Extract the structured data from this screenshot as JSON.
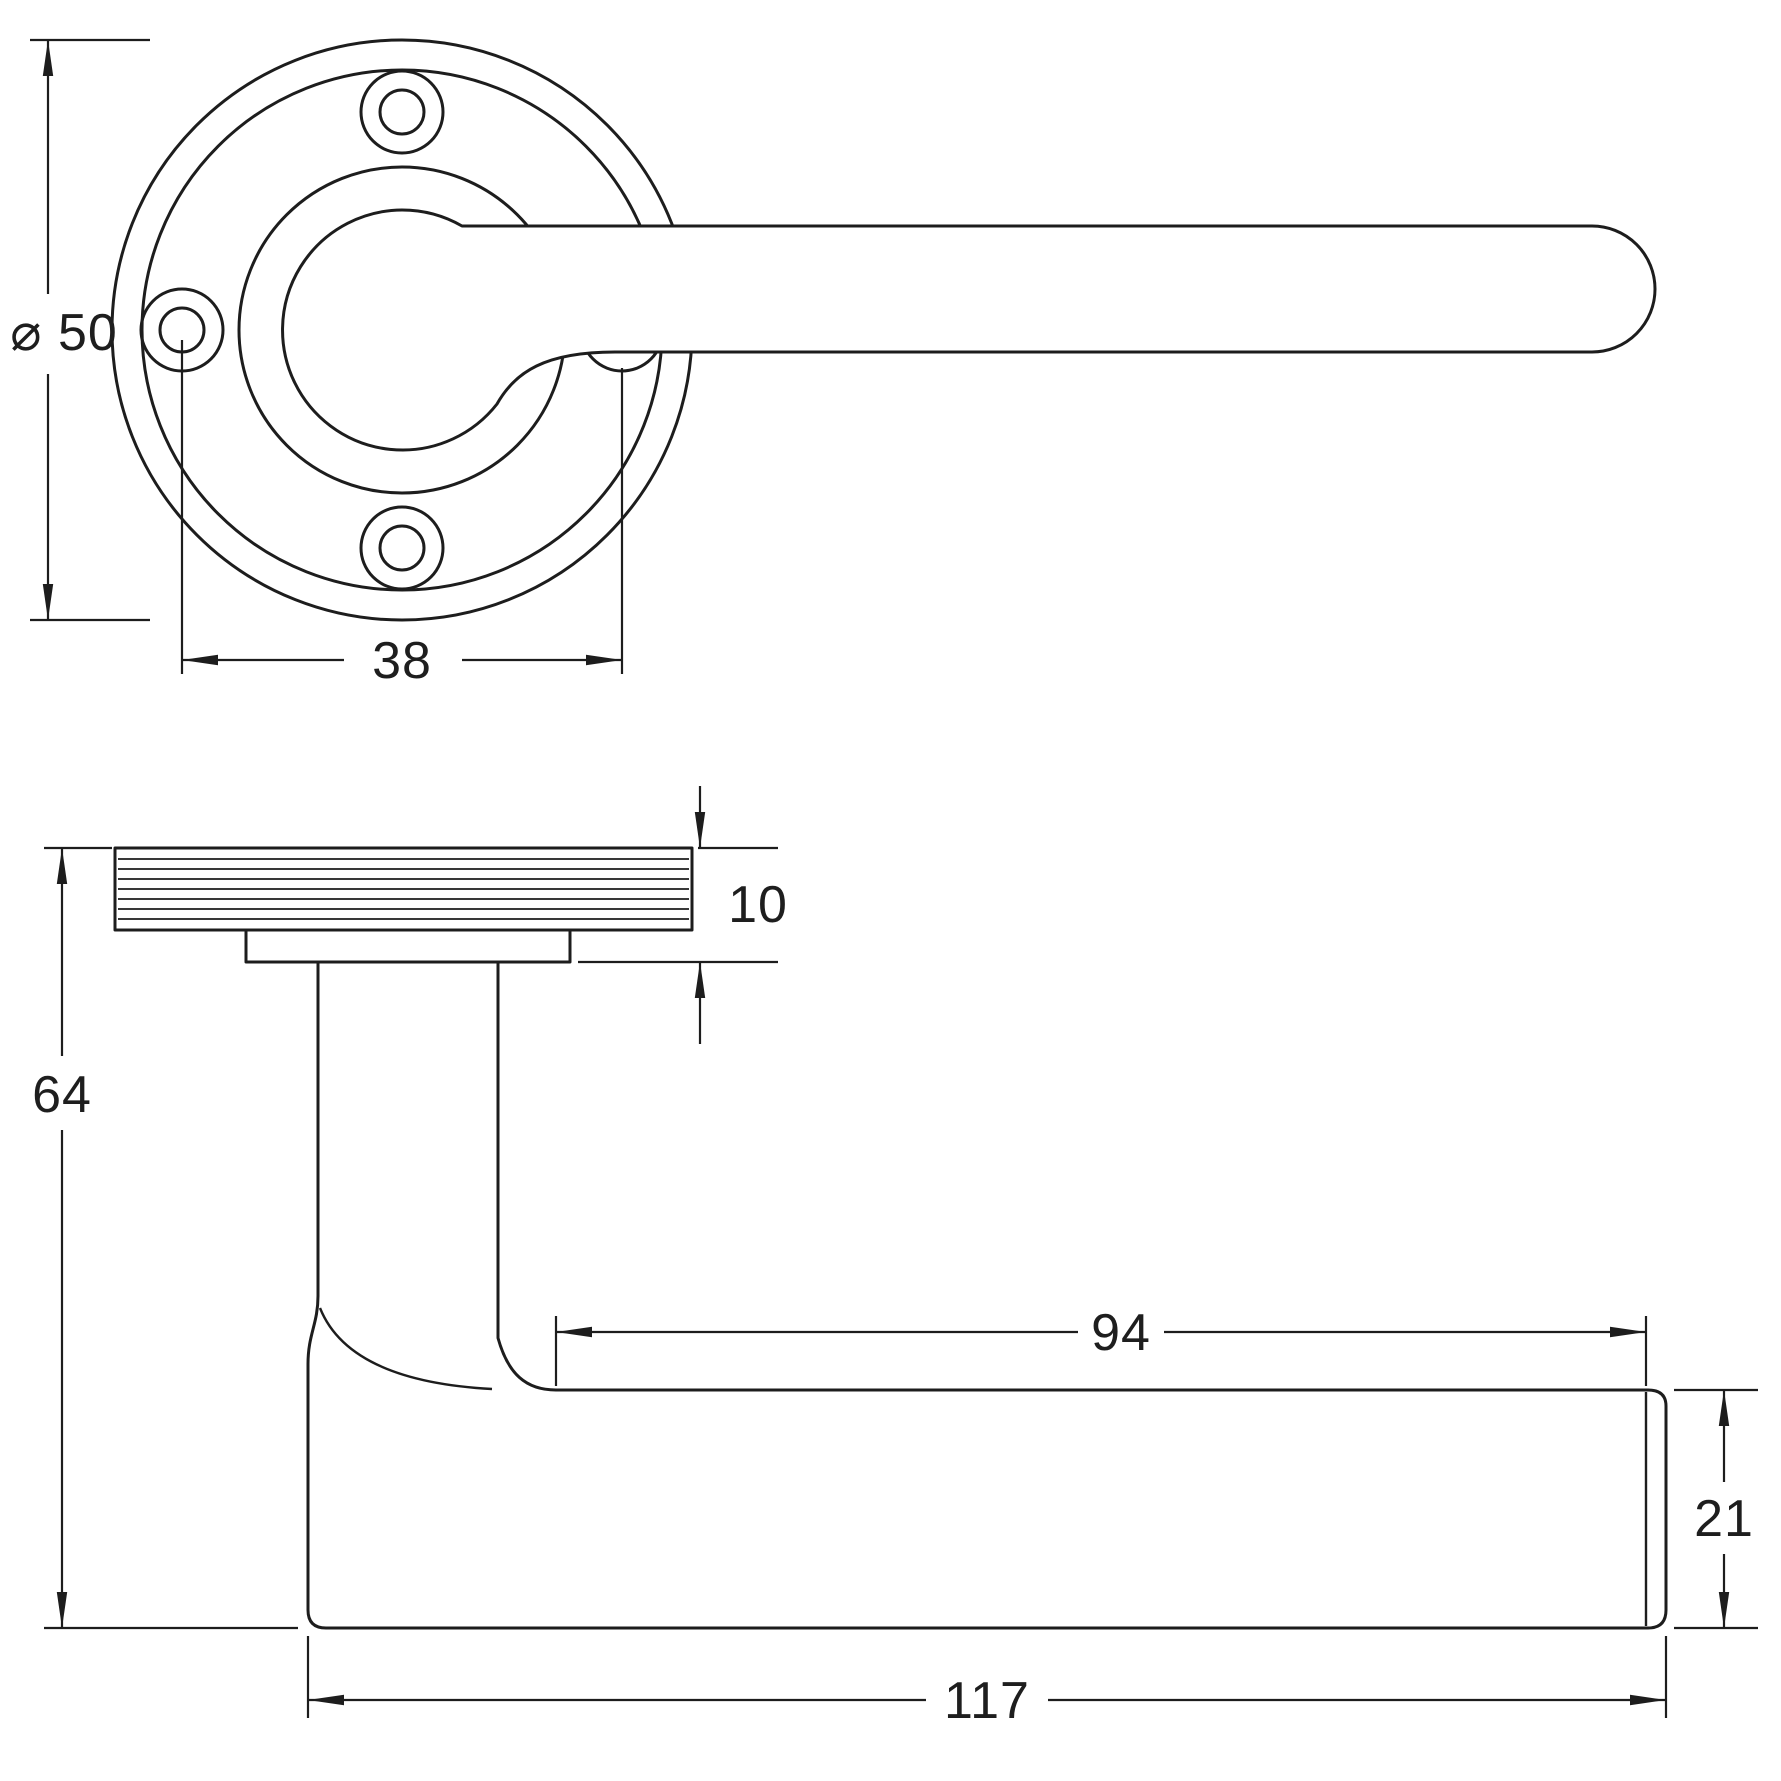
{
  "drawing": {
    "type": "technical-dimension-drawing",
    "description": "lever door handle on round rose, front and side views",
    "background": "#ffffff",
    "line_color": "#1d1d1d"
  },
  "front_view": {
    "rose_diameter": {
      "label": "⌀ 50",
      "value": 50
    },
    "screw_spacing": {
      "label": "38",
      "value": 38
    }
  },
  "side_view": {
    "overall_height": {
      "label": "64",
      "value": 64
    },
    "rose_thickness": {
      "label": "10",
      "value": 10
    },
    "grip_length": {
      "label": "94",
      "value": 94
    },
    "lever_thickness": {
      "label": "21",
      "value": 21
    },
    "overall_length": {
      "label": "117",
      "value": 117
    }
  }
}
